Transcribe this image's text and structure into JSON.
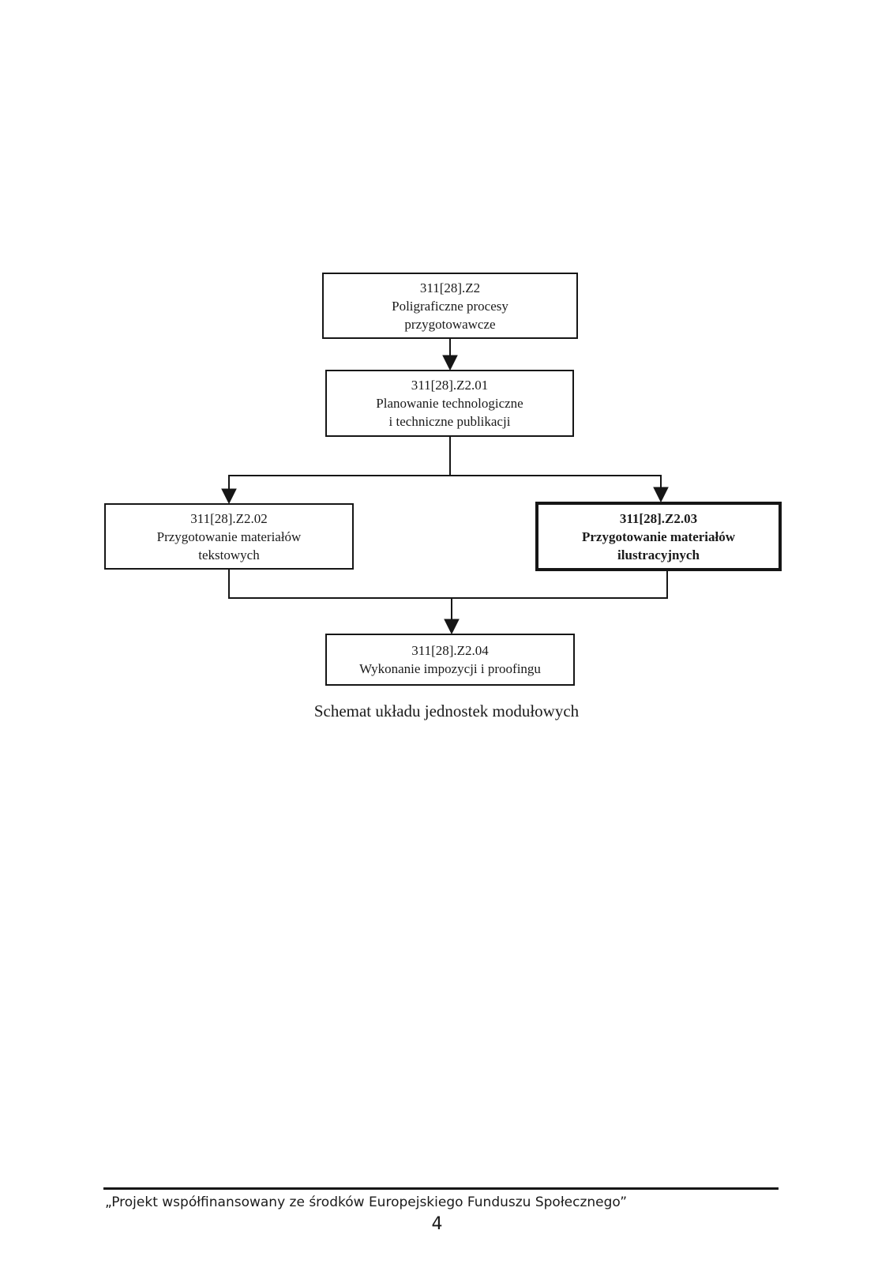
{
  "colors": {
    "ink": "#161616",
    "paper": "#ffffff"
  },
  "diagram": {
    "boxes": [
      {
        "name": "311[28].Z2",
        "lines": [
          "311[28].Z2",
          "Poligraficzne procesy",
          "przygotowawcze"
        ],
        "emphasized": false
      },
      {
        "name": "311[28].Z2.01",
        "lines": [
          "311[28].Z2.01",
          "Planowanie technologiczne",
          "i techniczne publikacji"
        ],
        "emphasized": false
      },
      {
        "name": "311[28].Z2.02",
        "lines": [
          "311[28].Z2.02",
          "Przygotowanie materiałów",
          "tekstowych"
        ],
        "emphasized": false
      },
      {
        "name": "311[28].Z2.03",
        "lines": [
          "311[28].Z2.03",
          "Przygotowanie materiałów",
          "ilustracyjnych"
        ],
        "emphasized": true
      },
      {
        "name": "311[28].Z2.04",
        "lines": [
          "311[28].Z2.04",
          "Wykonanie impozycji i proofingu"
        ],
        "emphasized": false
      }
    ],
    "caption": "Schemat układu jednostek modułowych"
  },
  "footer": {
    "text": "„Projekt współfinansowany ze środków Europejskiego Funduszu Społecznego”",
    "page_number": "4"
  }
}
